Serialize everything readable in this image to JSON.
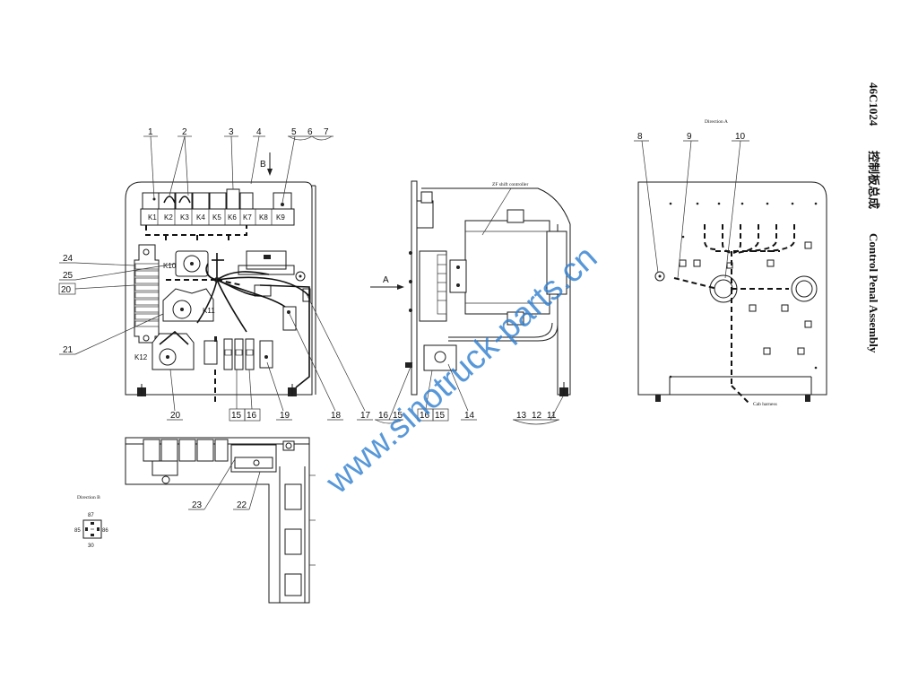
{
  "title": {
    "code": "46C1024",
    "chinese": "控制板总成",
    "english": "Control Penal Assembly"
  },
  "watermark": "www.sinotruck-parts.cn",
  "view_labels": {
    "arrow_b": "B",
    "arrow_a": "A",
    "direction_a": "Direction A",
    "direction_b": "Direction B",
    "zf_controller": "ZF shift controller",
    "cab_harness": "Cab harness"
  },
  "relays": [
    "K1",
    "K2",
    "K3",
    "K4",
    "K5",
    "K6",
    "K7",
    "K8",
    "K9"
  ],
  "relay_large": [
    "K10",
    "K11",
    "K12"
  ],
  "relay_pins": {
    "top": "87",
    "left": "85",
    "right": "86",
    "bottom": "30"
  },
  "callouts": {
    "n1": "1",
    "n2": "2",
    "n3": "3",
    "n4": "4",
    "n5": "5",
    "n6": "6",
    "n7": "7",
    "n8": "8",
    "n9": "9",
    "n10": "10",
    "n11": "11",
    "n12": "12",
    "n13": "13",
    "n14": "14",
    "n15": "15",
    "n16": "16",
    "n17": "17",
    "n18": "18",
    "n19": "19",
    "n20": "20",
    "n21": "21",
    "n22": "22",
    "n23": "23",
    "n24": "24",
    "n25": "25",
    "b15": "15",
    "b16": "16",
    "b20": "20"
  }
}
